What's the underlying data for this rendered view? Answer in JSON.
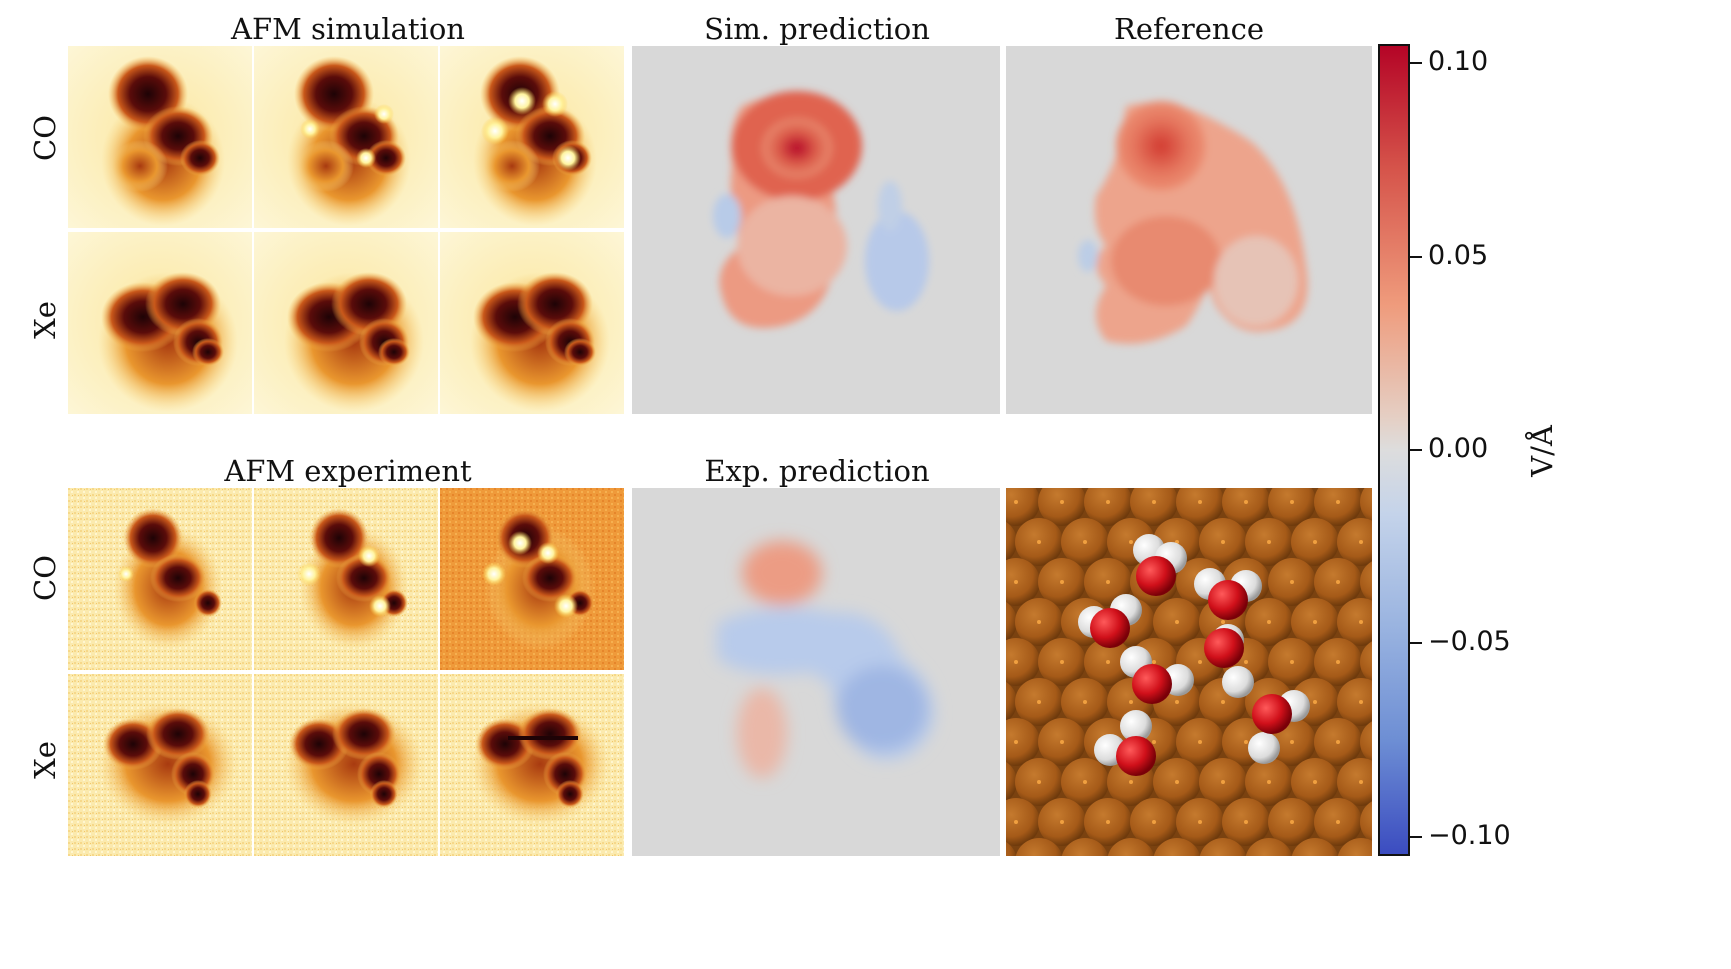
{
  "titles": {
    "afm_simulation": "AFM simulation",
    "sim_prediction": "Sim. prediction",
    "reference": "Reference",
    "afm_experiment": "AFM experiment",
    "exp_prediction": "Exp. prediction"
  },
  "row_labels": {
    "sim_co": "CO",
    "sim_xe": "Xe",
    "exp_co": "CO",
    "exp_xe": "Xe"
  },
  "colorbar": {
    "label": "V/Å",
    "ticks": [
      "0.10",
      "0.05",
      "0.00",
      "−0.05",
      "−0.10"
    ],
    "tick_values": [
      0.1,
      0.05,
      0.0,
      -0.05,
      -0.1
    ],
    "range": [
      -0.105,
      0.105
    ],
    "colormap": "coolwarm",
    "colors": {
      "top": "#b40426",
      "mid": "#dddddd",
      "bottom": "#3b4cc0"
    }
  },
  "colors": {
    "afm_background": "#fcf2c4",
    "afm_dark": "#2b0508",
    "panel_gray": "#d8d8d8",
    "copper": "#b5651d",
    "oxygen": "#d0101a",
    "hydrogen": "#e8e8e8"
  }
}
